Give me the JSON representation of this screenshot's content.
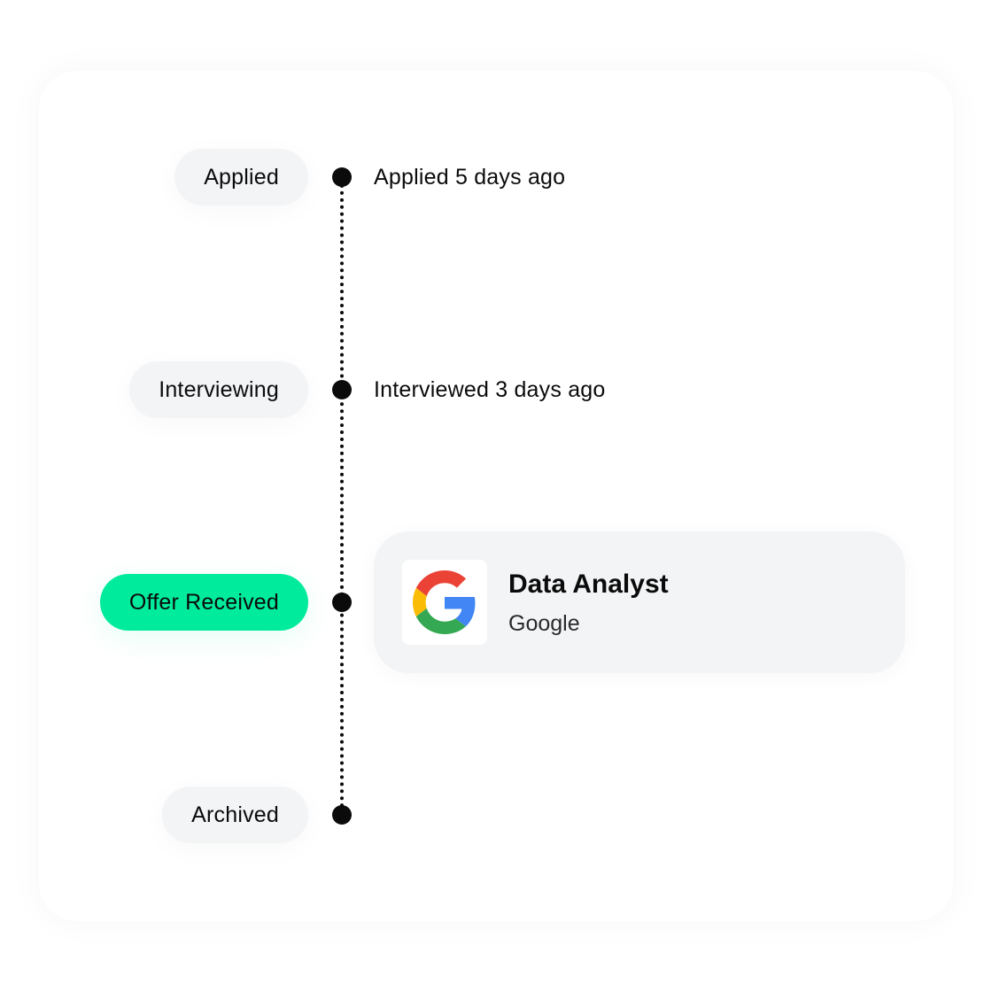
{
  "stages": [
    {
      "label": "Applied",
      "event": "Applied 5 days ago",
      "active": false
    },
    {
      "label": "Interviewing",
      "event": "Interviewed  3 days ago",
      "active": false
    },
    {
      "label": "Offer Received",
      "event": "",
      "active": true
    },
    {
      "label": "Archived",
      "event": "",
      "active": false
    }
  ],
  "job_card": {
    "title": "Data Analyst",
    "company": "Google",
    "logo_icon": "google-g-icon"
  },
  "colors": {
    "active_stage": "#00ec9c",
    "inactive_stage": "#f3f4f6",
    "card_background": "#f3f4f6",
    "timeline": "#0b0b0b"
  }
}
